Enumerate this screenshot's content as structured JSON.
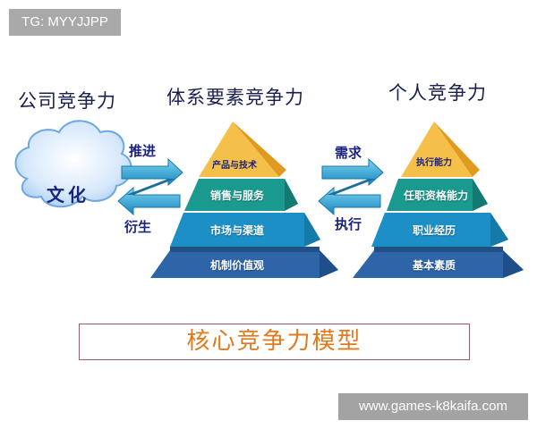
{
  "watermarks": {
    "top_left": "TG: MYYJJPP",
    "bottom_right": "www.games-k8kaifa.com"
  },
  "headings": {
    "company": "公司竞争力",
    "system": "体系要素竞争力",
    "personal": "个人竞争力"
  },
  "cloud": {
    "label": "文化"
  },
  "left_arrows": {
    "top_label": "推进",
    "bottom_label": "衍生"
  },
  "right_arrows": {
    "top_label": "需求",
    "bottom_label": "执行"
  },
  "system_pyramid": {
    "tiers": [
      {
        "label": "产品与技术",
        "color": "#f5c04a"
      },
      {
        "label": "销售与服务",
        "color": "#1a9a8f"
      },
      {
        "label": "市场与渠道",
        "color": "#1b8fc6"
      },
      {
        "label": "机制价值观",
        "color": "#2e64a8"
      }
    ]
  },
  "personal_pyramid": {
    "tiers": [
      {
        "label": "执行能力",
        "color": "#f5c04a"
      },
      {
        "label": "任职资格能力",
        "color": "#1a9a8f"
      },
      {
        "label": "职业经历",
        "color": "#1b8fc6"
      },
      {
        "label": "基本素质",
        "color": "#2e64a8"
      }
    ]
  },
  "footer": {
    "title": "核心竞争力模型",
    "title_color": "#e07a1f",
    "border_color": "#9b5a6a"
  }
}
